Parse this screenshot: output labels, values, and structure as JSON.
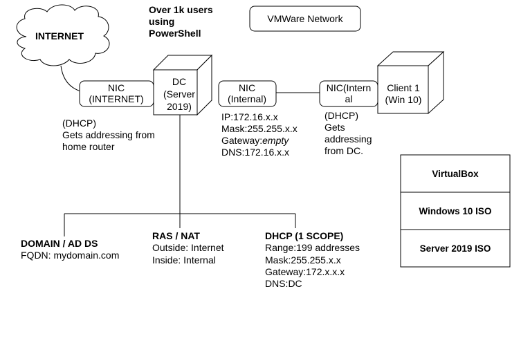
{
  "header": {
    "title_lines": [
      "Over 1k users",
      "using",
      "PowerShell"
    ],
    "network_label": "VMWare Network"
  },
  "internet": {
    "label": "INTERNET"
  },
  "nic_internet": {
    "lines": [
      "NIC",
      "(INTERNET)"
    ]
  },
  "dc": {
    "lines": [
      "DC",
      "(Server",
      "2019)"
    ]
  },
  "nic_internal": {
    "lines": [
      "NIC",
      "(Internal)"
    ]
  },
  "nic_client": {
    "lines": [
      "NIC(Intern",
      "al"
    ]
  },
  "client": {
    "lines": [
      "Client 1",
      "(Win 10)"
    ]
  },
  "dhcp_internet_note": {
    "lines": [
      "(DHCP)",
      "Gets addressing from",
      "home router"
    ]
  },
  "internal_config": {
    "ip": "IP:172.16.x.x",
    "mask": "Mask:255.255.x.x",
    "gateway_prefix": "Gateway:",
    "gateway_value": "empty",
    "dns": "DNS:172.16.x.x"
  },
  "client_note": {
    "lines": [
      "(DHCP)",
      "Gets",
      "addressing",
      "from DC."
    ]
  },
  "roles": {
    "domain": {
      "title": "DOMAIN / AD DS",
      "lines": [
        "FQDN: mydomain.com"
      ]
    },
    "ras": {
      "title": "RAS / NAT",
      "lines": [
        "Outside: Internet",
        "Inside: Internal"
      ]
    },
    "dhcp": {
      "title": "DHCP (1 SCOPE)",
      "lines": [
        "Range:199 addresses",
        "Mask:255.255.x.x",
        "Gateway:172.x.x.x",
        "DNS:DC"
      ]
    }
  },
  "requirements": {
    "items": [
      "VirtualBox",
      "Windows 10 ISO",
      "Server 2019 ISO"
    ]
  }
}
